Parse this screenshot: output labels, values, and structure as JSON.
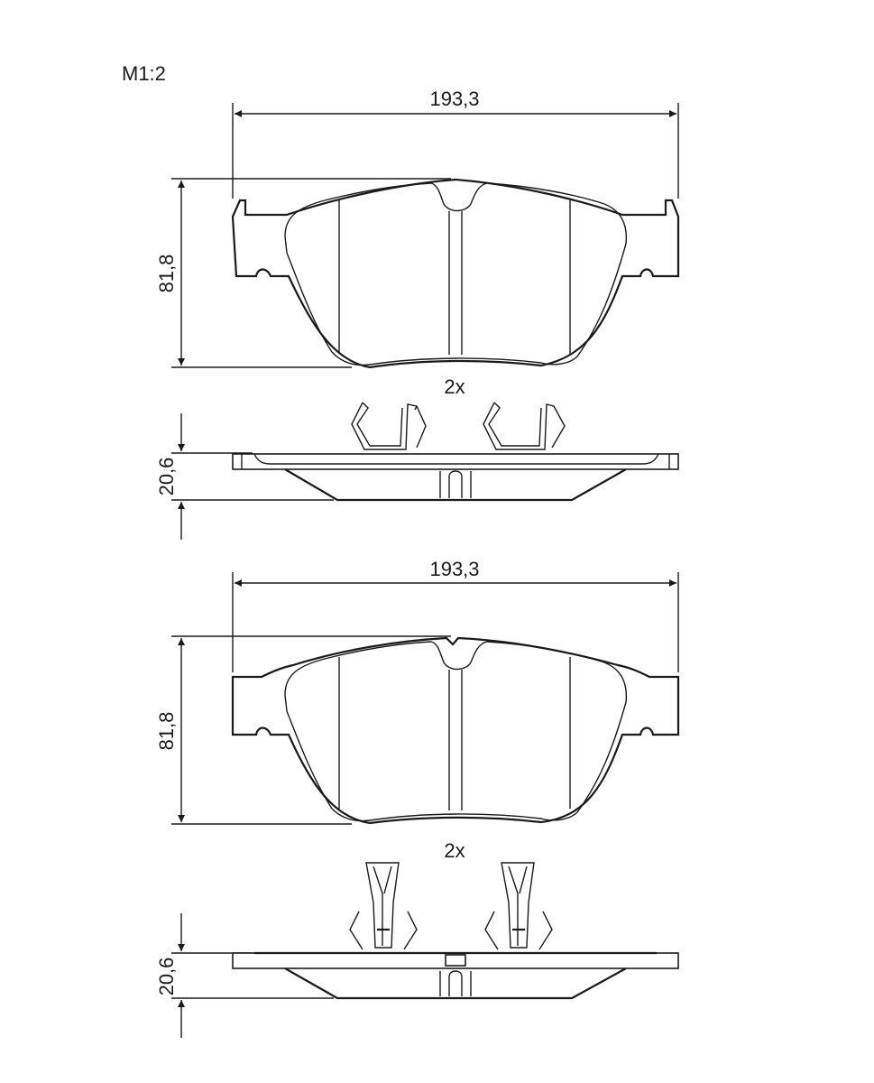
{
  "scale_label": "M1:2",
  "pad_top": {
    "width_label": "193,3",
    "height_label": "81,8",
    "quantity_label": "2x",
    "thickness_label": "20,6"
  },
  "pad_bottom": {
    "width_label": "193,3",
    "height_label": "81,8",
    "quantity_label": "2x",
    "thickness_label": "20,6"
  }
}
